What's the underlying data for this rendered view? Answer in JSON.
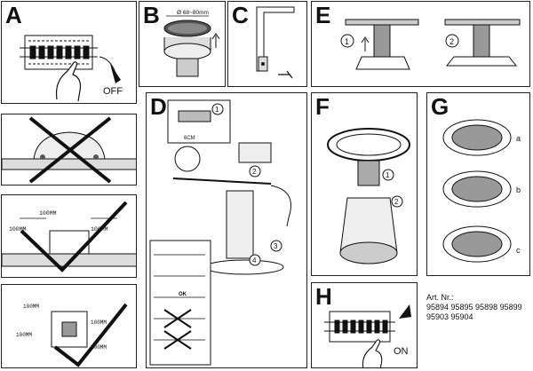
{
  "panels": {
    "A": {
      "letter": "A",
      "switch_label": "OFF"
    },
    "B": {
      "letter": "B",
      "diameter_label": "Ø 68~80mm"
    },
    "C": {
      "letter": "C"
    },
    "D": {
      "letter": "D",
      "distance_label": "6CM",
      "steps": [
        "1",
        "2",
        "3",
        "4"
      ],
      "ok_label": "OK"
    },
    "E": {
      "letter": "E",
      "steps": [
        "1",
        "2"
      ]
    },
    "F": {
      "letter": "F",
      "steps": [
        "1",
        "2"
      ]
    },
    "G": {
      "letter": "G",
      "steps": [
        "a",
        "b",
        "c"
      ]
    },
    "H": {
      "letter": "H",
      "switch_label": "ON"
    },
    "clearance_1": {
      "labels": [
        "100MM",
        "100MM",
        "100MM"
      ]
    },
    "clearance_2": {
      "labels": [
        "100MM",
        "100MM",
        "100MM",
        "100MM"
      ]
    }
  },
  "art_nr": {
    "label": "Art. Nr.:",
    "line1": "95894 95895 95898 95899",
    "line2": "95903 95904"
  }
}
